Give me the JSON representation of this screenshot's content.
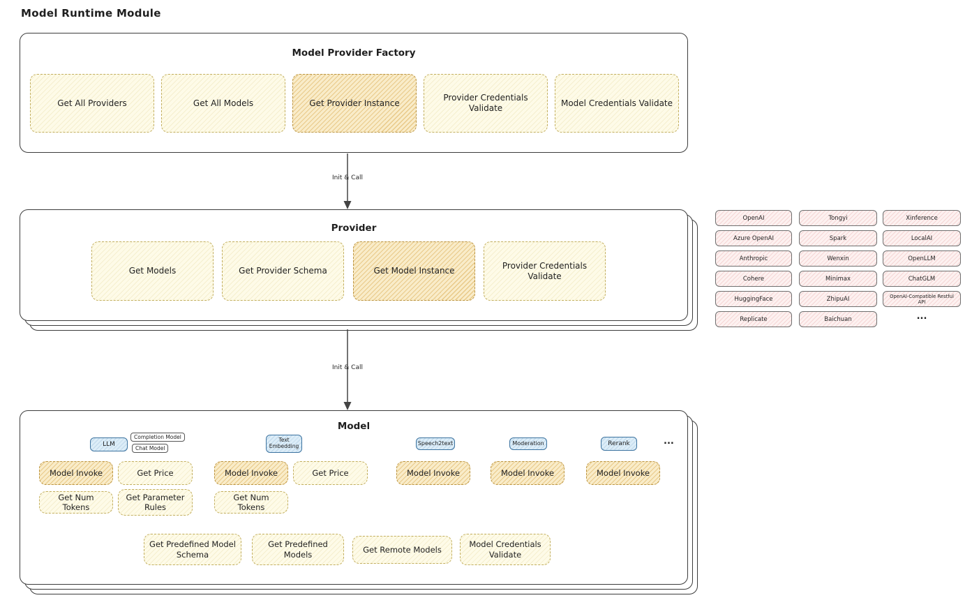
{
  "page_title": "Model Runtime Module",
  "colors": {
    "cream": "#fefbe8",
    "highlight": "#f9ecc9",
    "blue": "#dcedf8",
    "pink": "#fdf1f0",
    "line": "#3c3c3c"
  },
  "factory": {
    "title": "Model Provider Factory",
    "items": [
      {
        "label": "Get All Providers"
      },
      {
        "label": "Get All Models"
      },
      {
        "label": "Get Provider Instance"
      },
      {
        "label": "Provider Credentials Validate"
      },
      {
        "label": "Model Credentials Validate"
      }
    ]
  },
  "arrow1": {
    "label": "Init & Call"
  },
  "provider": {
    "title": "Provider",
    "items": [
      {
        "label": "Get Models"
      },
      {
        "label": "Get Provider Schema"
      },
      {
        "label": "Get Model Instance"
      },
      {
        "label": "Provider Credentials Validate"
      }
    ]
  },
  "providers_grid": {
    "columns": [
      [
        "OpenAI",
        "Azure OpenAI",
        "Anthropic",
        "Cohere",
        "HuggingFace",
        "Replicate"
      ],
      [
        "Tongyi",
        "Spark",
        "Wenxin",
        "Minimax",
        "ZhipuAI",
        "Baichuan"
      ],
      [
        "Xinference",
        "LocalAI",
        "OpenLLM",
        "ChatGLM",
        "OpenAI-Compatible Restful API"
      ]
    ],
    "ellipsis": "..."
  },
  "arrow2": {
    "label": "Init & Call"
  },
  "model": {
    "title": "Model",
    "categories": {
      "llm": "LLM",
      "completion": "Completion Model",
      "chat": "Chat Model",
      "text_embedding": "Text Embedding",
      "speech2text": "Speech2text",
      "moderation": "Moderation",
      "rerank": "Rerank",
      "ellipsis": "..."
    },
    "llm_functions": [
      "Model Invoke",
      "Get Price",
      "Get Num Tokens",
      "Get Parameter Rules"
    ],
    "embedding_functions": [
      "Model Invoke",
      "Get Price",
      "Get Num Tokens"
    ],
    "speech2text_functions": [
      "Model Invoke"
    ],
    "moderation_functions": [
      "Model Invoke"
    ],
    "rerank_functions": [
      "Model Invoke"
    ],
    "shared_functions": [
      "Get Predefined Model Schema",
      "Get Predefined Models",
      "Get Remote Models",
      "Model Credentials Validate"
    ]
  }
}
